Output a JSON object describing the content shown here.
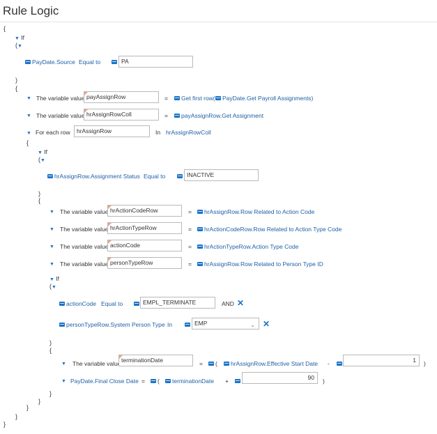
{
  "header": {
    "title": "Rule Logic"
  },
  "brackets": {
    "open_brace": "{",
    "close_brace": "}",
    "open_paren": "(",
    "close_paren": ")"
  },
  "keywords": {
    "if": "If",
    "variable_label": "The variable value",
    "equals": "=",
    "for_each": "For each row",
    "in": "In",
    "equal_to": "Equal to",
    "and": "AND",
    "plus": "+",
    "minus": "-"
  },
  "rule": {
    "cond1": {
      "left": "PayDate.Source",
      "op": "Equal to",
      "value": "PA"
    },
    "assign1": {
      "var": "payAssignRow",
      "func": "Get first row(",
      "arg": "PayDate.Get Payroll Assignments)"
    },
    "assign2": {
      "var": "hrAssignRowColl",
      "expr": "payAssignRow.Get Assignment"
    },
    "foreach": {
      "row_var": "hrAssignRow",
      "collection": "hrAssignRowColl"
    },
    "cond2": {
      "left": "hrAssignRow.Assignment Status",
      "op": "Equal to",
      "value": "INACTIVE"
    },
    "assign3": {
      "var": "hrActionCodeRow",
      "expr": "hrAssignRow.Row Related to Action Code"
    },
    "assign4": {
      "var": "hrActionTypeRow",
      "expr": "hrActionCodeRow.Row Related to Action Type Code"
    },
    "assign5": {
      "var": "actionCode",
      "expr": "hrActionTypeRow.Action Type Code"
    },
    "assign6": {
      "var": "personTypeRow",
      "expr": "hrAssignRow.Row Related to Person Type ID"
    },
    "cond3": {
      "left": "actionCode",
      "op": "Equal to",
      "value": "EMPL_TERMINATE",
      "joiner": "AND"
    },
    "cond4": {
      "left": "personTypeRow.System Person Type",
      "op": "In",
      "value": "EMP"
    },
    "assign7": {
      "var": "terminationDate",
      "open": "(",
      "field": "hrAssignRow.Effective Start Date",
      "op": "-",
      "num": "1",
      "close": ")"
    },
    "assign8": {
      "target": "PayDate.Final Close Date",
      "open": "(",
      "field": "terminationDate",
      "op": "+",
      "num": "90",
      "close": ")"
    }
  },
  "colors": {
    "link": "#1f5fa6",
    "icon": "#1a73c8",
    "arrow": "#1a73c8",
    "flag": "#e8a48a"
  },
  "icons": {
    "field_icon": "data-field-icon",
    "collapse": "triangle-down-icon",
    "remove": "close-icon",
    "dropdown": "chevron-down-icon"
  }
}
